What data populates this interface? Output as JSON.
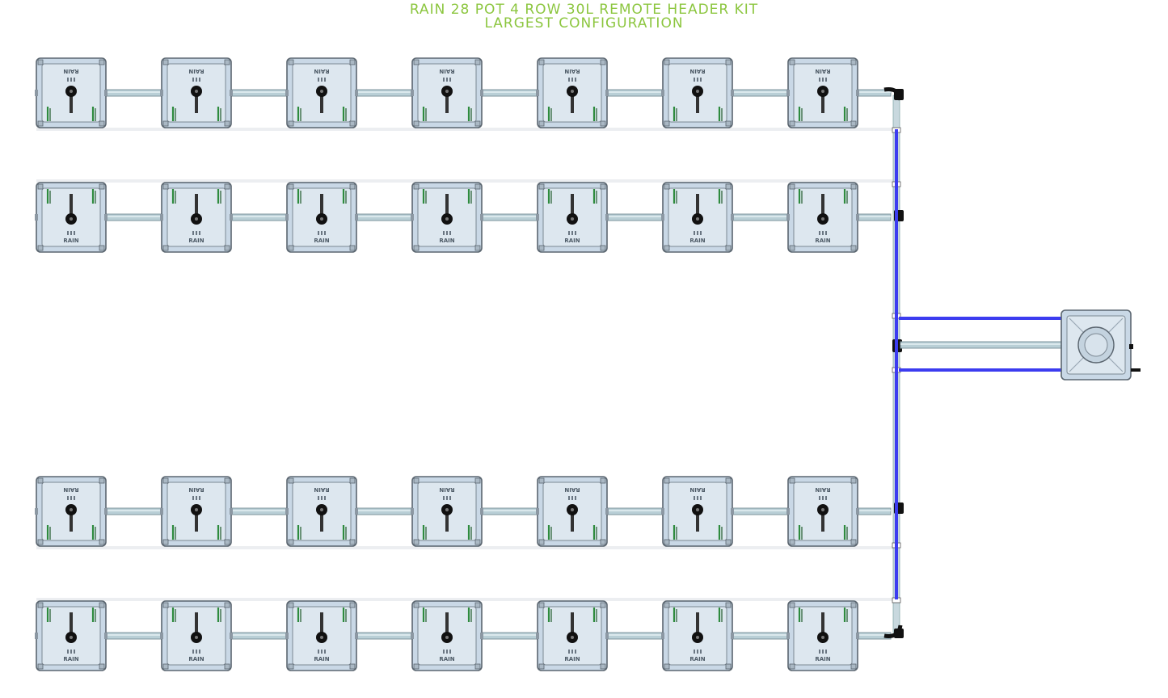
{
  "title": {
    "line1": "RAIN 28 POT 4 ROW 30L REMOTE HEADER KIT",
    "line2": "LARGEST CONFIGURATION"
  },
  "layout": {
    "rows": 4,
    "pots_per_row": 7,
    "pot_label": "RAIN",
    "row_orientation": [
      "labels-top",
      "labels-bottom",
      "labels-top",
      "labels-bottom"
    ]
  },
  "colors": {
    "title": "#8cc63f",
    "pot_body": "#c9d8e6",
    "pot_outline": "#5b6670",
    "pipe": "#b9cfd6",
    "feed_line": "#3c3cf0",
    "fitting": "#111111",
    "lid_clip": "#2e8b3e"
  }
}
